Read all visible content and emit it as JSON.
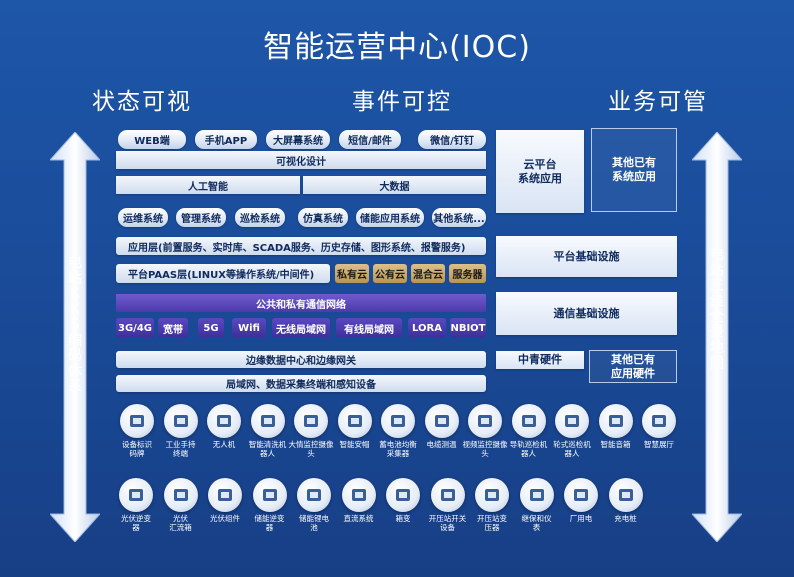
{
  "title": "智能运营中心(IOC)",
  "headers": [
    "状态可视",
    "事件可控",
    "业务可管"
  ],
  "left_side_text": "电站KKS编码体系",
  "right_side_text": "电站三维全景地图",
  "channels": [
    "WEB端",
    "手机APP",
    "大屏幕系统",
    "短信/邮件",
    "微信/钉钉"
  ],
  "visual_design": "可视化设计",
  "ai": "人工智能",
  "bigdata": "大数据",
  "systems": [
    "运维系统",
    "管理系统",
    "巡检系统",
    "仿真系统",
    "储能应用系统",
    "其他系统..."
  ],
  "app_layer": "应用层(前置服务、实时库、SCADA服务、历史存储、图形系统、报警服务)",
  "paas_layer": "平台PAAS层(LINUX等操作系统/中间件)",
  "clouds": [
    "私有云",
    "公有云",
    "混合云",
    "服务器"
  ],
  "network_title": "公共和私有通信网络",
  "networks": [
    "3G/4G",
    "宽带",
    "5G",
    "Wifi",
    "无线局域网",
    "有线局域网",
    "LORA",
    "NBIOT"
  ],
  "edge": "边缘数据中心和边缘网关",
  "lan": "局域网、数据采集终端和感知设备",
  "right_boxes": {
    "cloud_app": "云平台\n系统应用",
    "other_sys": "其他已有\n系统应用",
    "platform": "平台基础设施",
    "comm": "通信基础设施",
    "hardware": "中青硬件",
    "other_hw": "其他已有\n应用硬件"
  },
  "devices_row1": [
    {
      "label": "设备标识\n码牌",
      "icon": "qr-code-icon"
    },
    {
      "label": "工业手持\n终端",
      "icon": "handheld-terminal-icon"
    },
    {
      "label": "无人机",
      "icon": "drone-icon"
    },
    {
      "label": "智能清洗机\n器人",
      "icon": "cleaning-robot-icon"
    },
    {
      "label": "大情监控摄像\n头",
      "icon": "surveillance-camera-icon"
    },
    {
      "label": "智能安帽",
      "icon": "safety-helmet-icon"
    },
    {
      "label": "蓄电池均衡\n采集器",
      "icon": "battery-collector-icon"
    },
    {
      "label": "电缆测温",
      "icon": "cable-temperature-icon"
    },
    {
      "label": "视频监控摄像\n头",
      "icon": "video-camera-icon"
    },
    {
      "label": "导轨巡检机\n器人",
      "icon": "rail-robot-icon"
    },
    {
      "label": "轮式巡检机\n器人",
      "icon": "wheeled-robot-icon"
    },
    {
      "label": "智能音箱",
      "icon": "smart-speaker-icon"
    },
    {
      "label": "智慧展厅",
      "icon": "smart-hall-icon"
    }
  ],
  "devices_row2": [
    {
      "label": "光伏逆变\n器",
      "icon": "pv-inverter-icon"
    },
    {
      "label": "光伏\n汇流箱",
      "icon": "combiner-box-icon"
    },
    {
      "label": "光伏组件",
      "icon": "solar-panel-icon"
    },
    {
      "label": "储能逆变\n器",
      "icon": "storage-inverter-icon"
    },
    {
      "label": "储能锂电\n池",
      "icon": "lithium-battery-icon"
    },
    {
      "label": "直流系统",
      "icon": "dc-system-icon"
    },
    {
      "label": "箱变",
      "icon": "box-transformer-icon"
    },
    {
      "label": "开压站开关\n设备",
      "icon": "switchgear-icon"
    },
    {
      "label": "开压站变\n压器",
      "icon": "substation-transformer-icon"
    },
    {
      "label": "继保和仪\n表",
      "icon": "relay-meter-icon"
    },
    {
      "label": "厂用电",
      "icon": "plant-power-icon"
    },
    {
      "label": "充电桩",
      "icon": "charging-pile-icon"
    }
  ],
  "colors": {
    "background": "#1a4c9a",
    "purple": "#4d3aa8",
    "gold": "#c9a86a"
  }
}
